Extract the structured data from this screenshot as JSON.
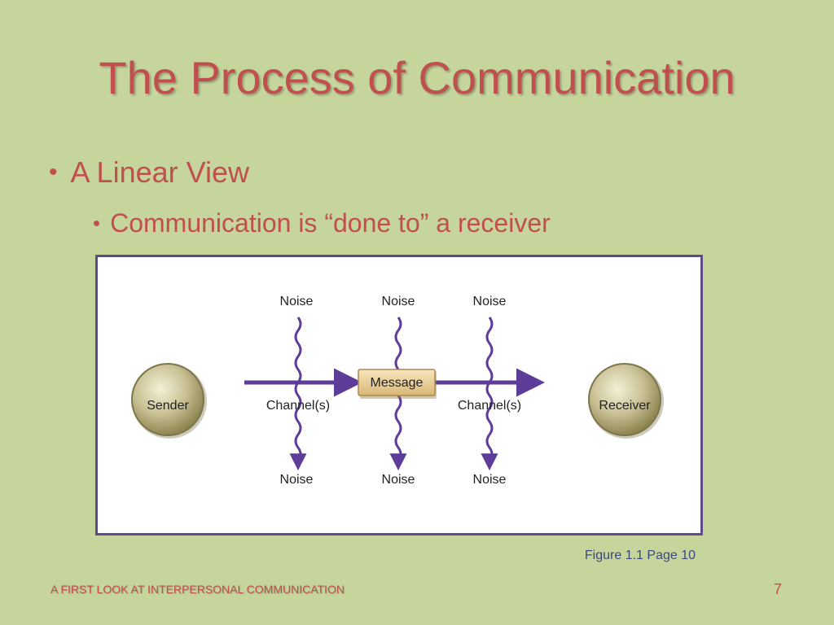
{
  "slide": {
    "title": "The Process of Communication",
    "bullet_1": "A Linear View",
    "bullet_2": "Communication is “done to” a receiver",
    "bullet_glyph": "•"
  },
  "diagram": {
    "sender": "Sender",
    "receiver": "Receiver",
    "message": "Message",
    "channel_left": "Channel(s)",
    "channel_right": "Channel(s)",
    "noise_top": [
      "Noise",
      "Noise",
      "Noise"
    ],
    "noise_bottom": [
      "Noise",
      "Noise",
      "Noise"
    ]
  },
  "caption": "Figure 1.1 Page 10",
  "footer": {
    "course_title": "A FIRST LOOK AT INTERPERSONAL COMMUNICATION",
    "page_number": "7"
  },
  "colors": {
    "background": "#c5d59c",
    "title_red": "#c0504d",
    "arrow_purple": "#5e3c99",
    "frame_purple": "#5e4a8b",
    "node_olive": "#a39a64",
    "message_tan": "#e5cc95"
  }
}
